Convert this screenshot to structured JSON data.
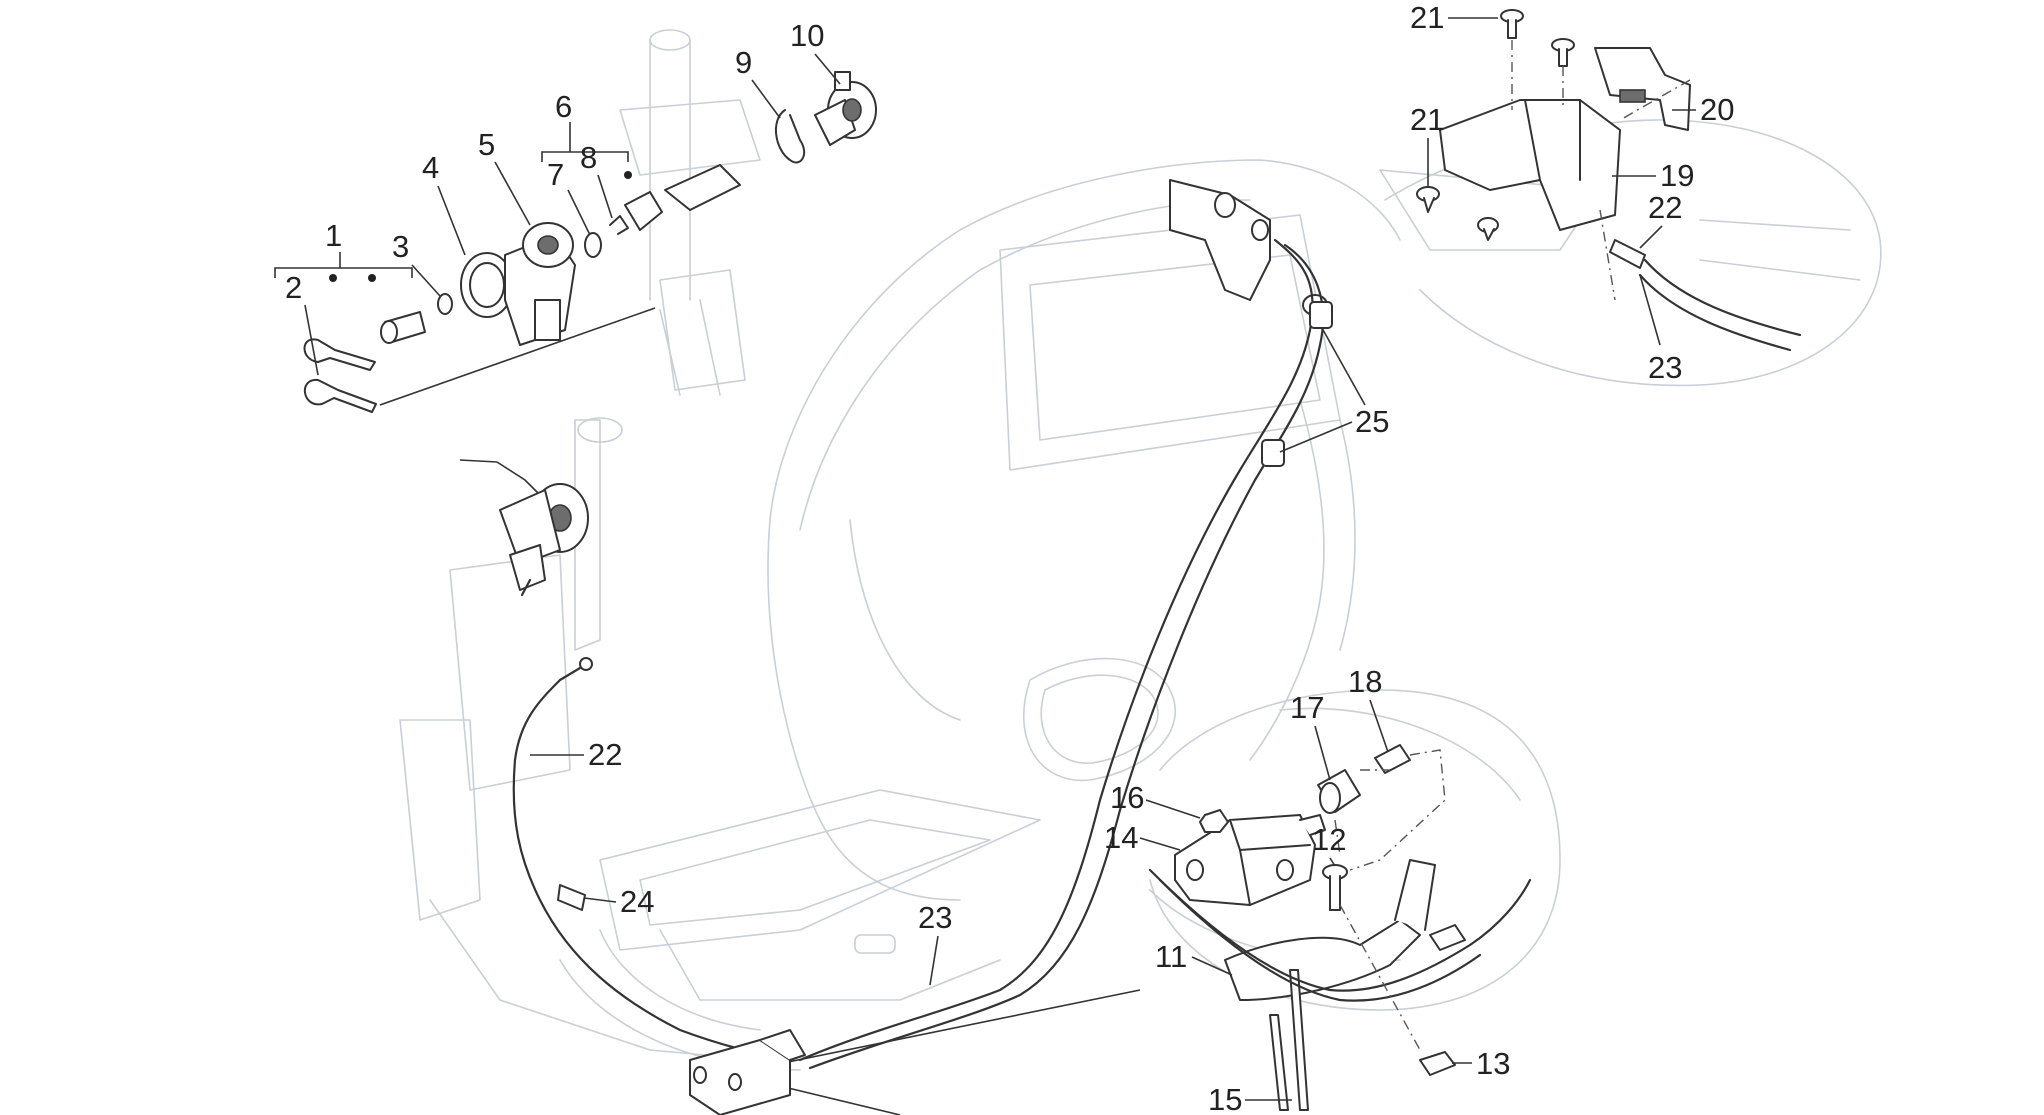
{
  "callouts": [
    {
      "id": "c1",
      "label": "1"
    },
    {
      "id": "c2",
      "label": "2"
    },
    {
      "id": "c3",
      "label": "3"
    },
    {
      "id": "c4",
      "label": "4"
    },
    {
      "id": "c5",
      "label": "5"
    },
    {
      "id": "c6",
      "label": "6"
    },
    {
      "id": "c7",
      "label": "7"
    },
    {
      "id": "c8",
      "label": "8"
    },
    {
      "id": "c9",
      "label": "9"
    },
    {
      "id": "c10",
      "label": "10"
    },
    {
      "id": "c11",
      "label": "11"
    },
    {
      "id": "c12",
      "label": "12"
    },
    {
      "id": "c13",
      "label": "13"
    },
    {
      "id": "c14",
      "label": "14"
    },
    {
      "id": "c15",
      "label": "15"
    },
    {
      "id": "c16",
      "label": "16"
    },
    {
      "id": "c17",
      "label": "17"
    },
    {
      "id": "c18",
      "label": "18"
    },
    {
      "id": "c19",
      "label": "19"
    },
    {
      "id": "c20",
      "label": "20"
    },
    {
      "id": "c21a",
      "label": "21"
    },
    {
      "id": "c21b",
      "label": "21"
    },
    {
      "id": "c22a",
      "label": "22"
    },
    {
      "id": "c22b",
      "label": "22"
    },
    {
      "id": "c23a",
      "label": "23"
    },
    {
      "id": "c23b",
      "label": "23"
    },
    {
      "id": "c24",
      "label": "24"
    },
    {
      "id": "c25",
      "label": "25"
    }
  ]
}
